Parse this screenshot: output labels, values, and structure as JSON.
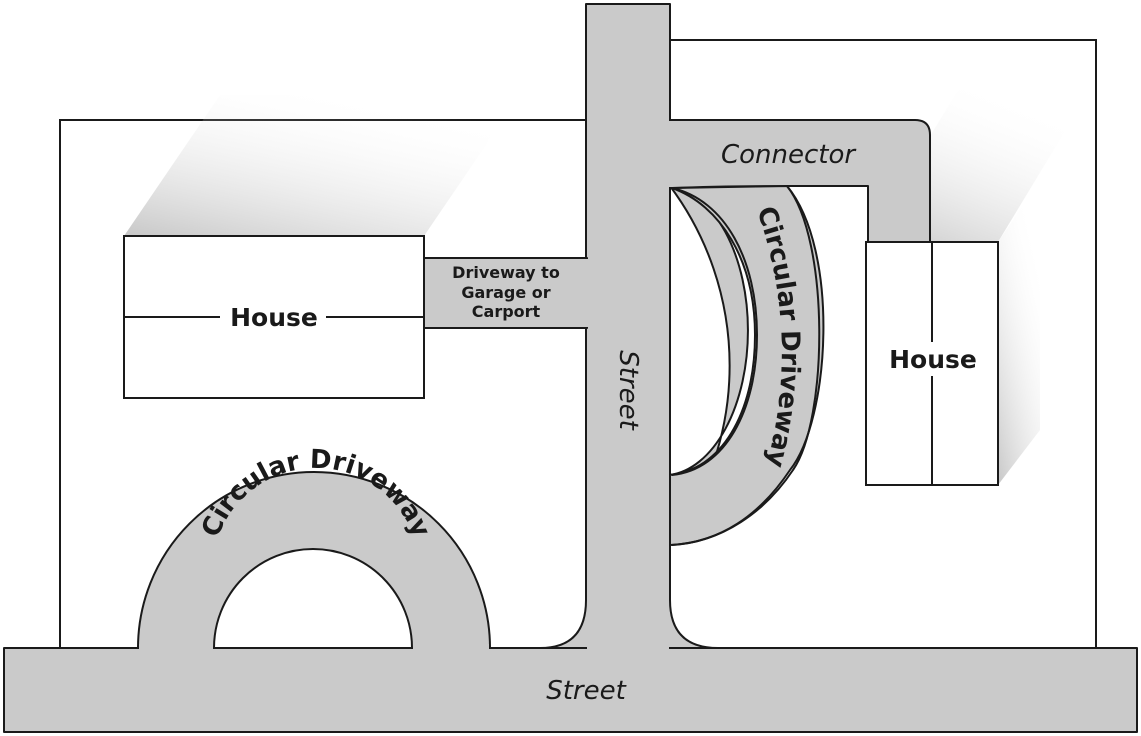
{
  "labels": {
    "street_bottom": "Street",
    "street_vertical": "Street",
    "connector": "Connector",
    "house_left": "House",
    "house_right": "House",
    "driveway_garage_line1": "Driveway to",
    "driveway_garage_line2": "Garage or",
    "driveway_garage_line3": "Carport",
    "circular_driveway_bottom": "Circular Driveway",
    "circular_driveway_right": "Circular Driveway"
  },
  "colors": {
    "road_fill": "#cacaca",
    "outline": "#1a1a1a",
    "background": "#ffffff"
  }
}
